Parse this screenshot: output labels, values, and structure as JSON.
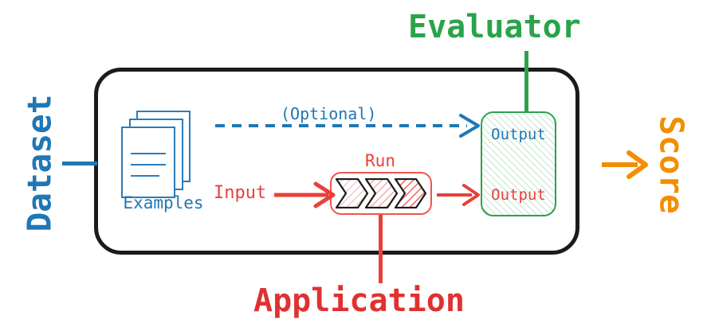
{
  "diagram": {
    "title": "Evaluation pipeline diagram",
    "colors": {
      "blue": "#1f77b4",
      "red": "#e8403a",
      "green": "#2aa34a",
      "orange": "#f28e00",
      "black": "#1b1b1b"
    }
  },
  "labels": {
    "dataset": "Dataset",
    "score": "Score",
    "evaluator": "Evaluator",
    "application": "Application"
  },
  "nodes": {
    "examples": {
      "label": "Examples",
      "icon": "document-stack-icon"
    },
    "run": {
      "label": "Run",
      "chevron_count": 3
    },
    "output": {
      "top_label": "Output",
      "bottom_label": "Output"
    }
  },
  "edges": {
    "optional": {
      "label": "(Optional)",
      "style": "dashed",
      "color": "#1f77b4"
    },
    "input": {
      "label": "Input",
      "style": "solid",
      "color": "#e8403a"
    },
    "run_to_output": {
      "label": "",
      "style": "solid",
      "color": "#e8403a"
    },
    "to_score": {
      "label": "",
      "style": "solid",
      "color": "#f28e00"
    }
  }
}
